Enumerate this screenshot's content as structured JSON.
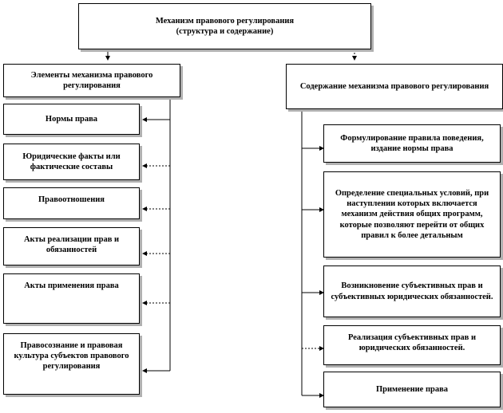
{
  "root": {
    "line1": "Механизм правового регулирования",
    "line2": "(структура и содержание)"
  },
  "left": {
    "header": "Элементы механизма правового регулирования",
    "items": [
      "Нормы права",
      "Юридические факты или фактические составы",
      "Правоотношения",
      "Акты реализации прав и обязанностей",
      "Акты применения права",
      "Правосознание и правовая культура субъектов правового регулирования"
    ]
  },
  "right": {
    "header": "Содержание механизма правового регулирования",
    "items": [
      "Формулирование правила поведения, издание нормы права",
      "Определение специальных условий, при наступлении которых включается механизм действия общих программ, которые позволяют перейти от общих правил к более детальным",
      "Возникновение субъективных прав и субъективных юридических обязанностей.",
      "Реализация субъективных прав и юридических обязанностей.",
      "Применение права"
    ]
  }
}
